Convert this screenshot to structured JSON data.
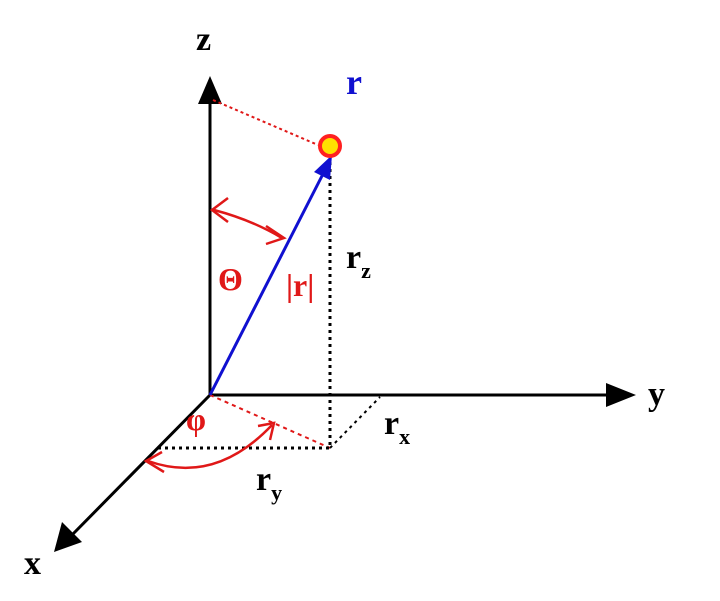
{
  "axes": {
    "z_label": "z",
    "y_label": "y",
    "x_label": "x"
  },
  "vector": {
    "label": "r",
    "magnitude_label": "|r|"
  },
  "angles": {
    "theta": "Θ",
    "phi": "φ"
  },
  "components": {
    "base": "r",
    "x_sub": "x",
    "y_sub": "y",
    "z_sub": "z"
  },
  "colors": {
    "axis": "#000000",
    "vector": "#1010d0",
    "angle": "#e01818",
    "projection": "#e01818",
    "point_fill": "#ffe000",
    "point_stroke": "#ff2020"
  }
}
